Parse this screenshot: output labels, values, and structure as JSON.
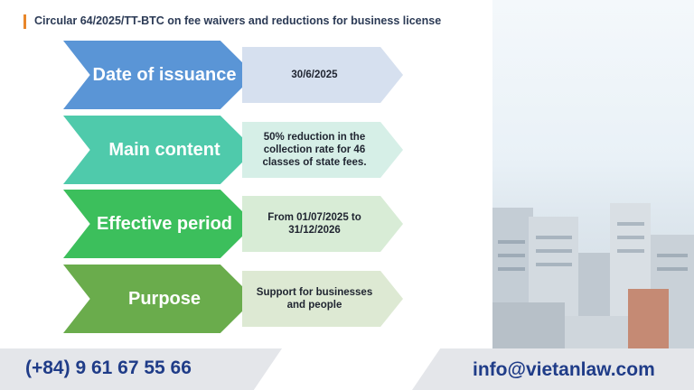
{
  "title": "Circular 64/2025/TT-BTC on fee waivers and reductions for business license",
  "rows": [
    {
      "label": "Date of issuance",
      "value": "30/6/2025",
      "color": "#5a95d6",
      "value_bg": "#d6e0ef"
    },
    {
      "label": "Main content",
      "value": "50% reduction in the collection rate for 46 classes of state fees.",
      "color": "#4fcaab",
      "value_bg": "#d6efe7"
    },
    {
      "label": "Effective period",
      "value": "From 01/07/2025 to 31/12/2026",
      "color": "#3cbf5c",
      "value_bg": "#d8ecd6"
    },
    {
      "label": "Purpose",
      "value": "Support for businesses and people",
      "color": "#6aac4c",
      "value_bg": "#dde9d3"
    }
  ],
  "footer": {
    "phone": "(+84) 9 61 67 55 66",
    "email": "info@vietanlaw.com"
  }
}
